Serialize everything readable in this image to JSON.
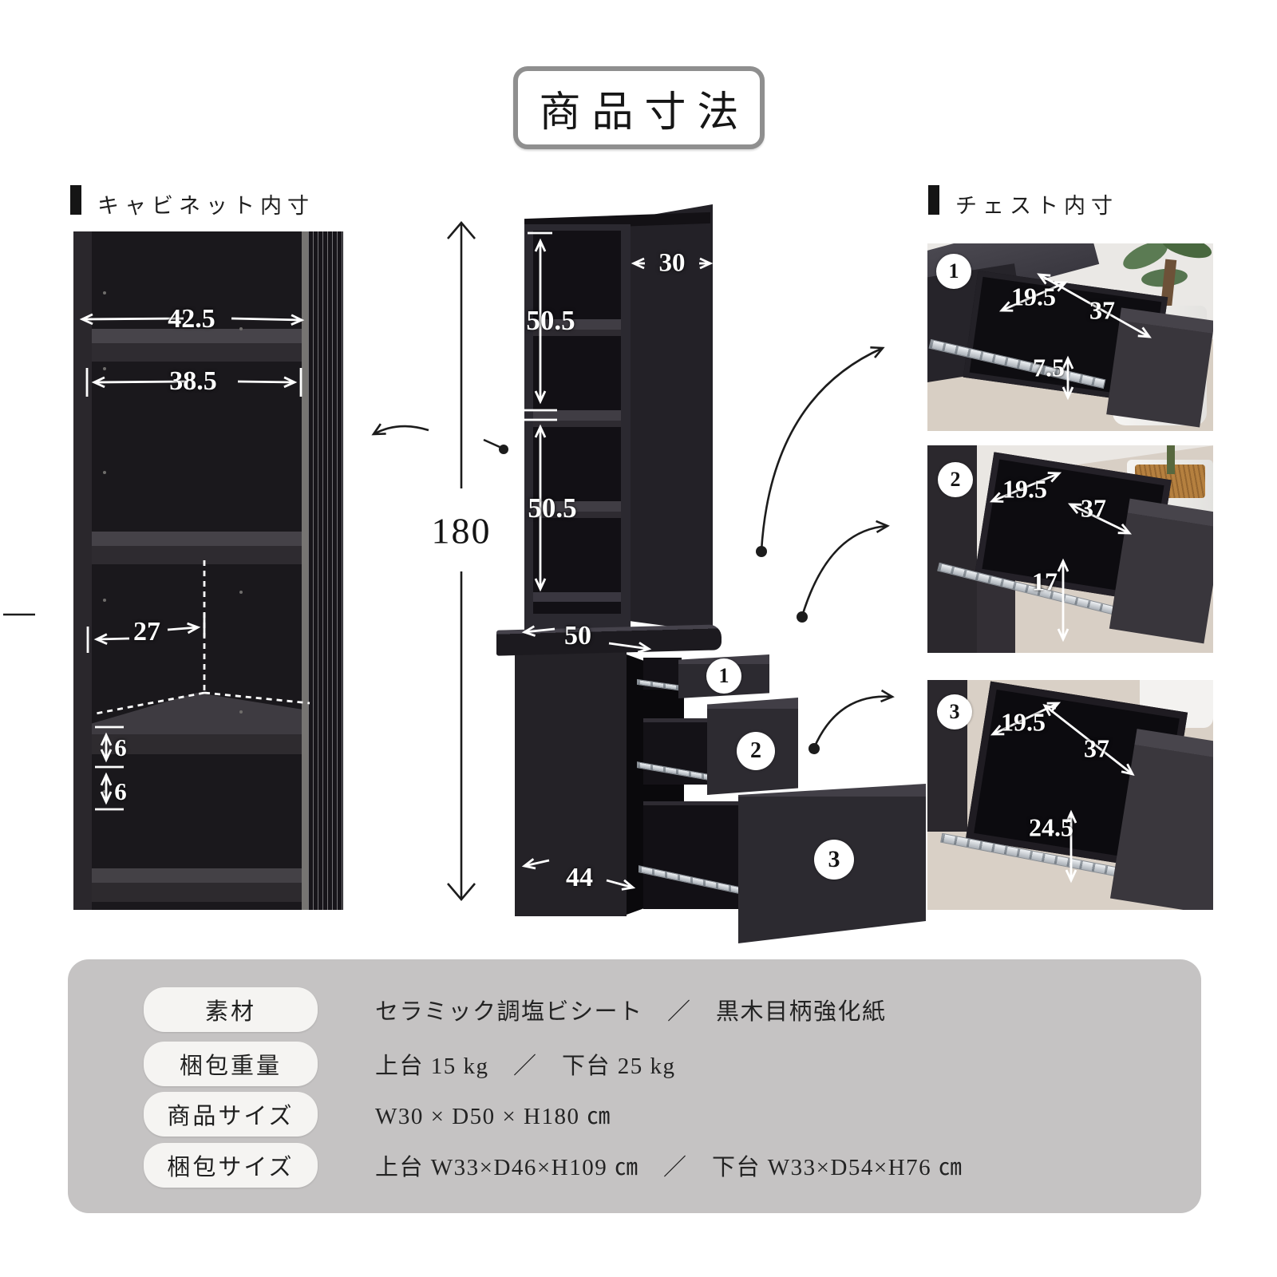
{
  "title": "商品寸法",
  "cabinet_section": {
    "heading": "キャビネット内寸",
    "inner_top_width": "42.5",
    "shelf_width": "38.5",
    "inner_depth": "27",
    "pitch_upper": "6",
    "pitch_lower": "6"
  },
  "chest_section": {
    "heading": "チェスト内寸",
    "drawers": [
      {
        "badge": "1",
        "inner_width": "19.5",
        "inner_depth": "37",
        "inner_height": "7.5"
      },
      {
        "badge": "2",
        "inner_width": "19.5",
        "inner_depth": "37",
        "inner_height": "17"
      },
      {
        "badge": "3",
        "inner_width": "19.5",
        "inner_depth": "37",
        "inner_height": "24.5"
      }
    ]
  },
  "diagram": {
    "total_height": "180",
    "top_width": "30",
    "upper_section_1": "50.5",
    "upper_section_2": "50.5",
    "counter_depth": "50",
    "base_depth": "44",
    "drawer_badges": [
      "1",
      "2",
      "3"
    ]
  },
  "spec_table": {
    "rows": [
      {
        "label": "素材",
        "value": "セラミック調塩ビシート　／　黒木目柄強化紙"
      },
      {
        "label": "梱包重量",
        "value": "上台 15 kg　／　下台 25 kg"
      },
      {
        "label": "商品サイズ",
        "value": "W30 × D50 × H180 ㎝"
      },
      {
        "label": "梱包サイズ",
        "value": "上台 W33×D46×H109 ㎝　／　下台 W33×D54×H76 ㎝"
      }
    ]
  },
  "colors": {
    "accent_border": "#8f8f8f",
    "table_bg": "#c5c3c3",
    "pill_bg": "#f5f4f2",
    "dark_wood": "#26242a",
    "text": "#1c1c1c"
  }
}
